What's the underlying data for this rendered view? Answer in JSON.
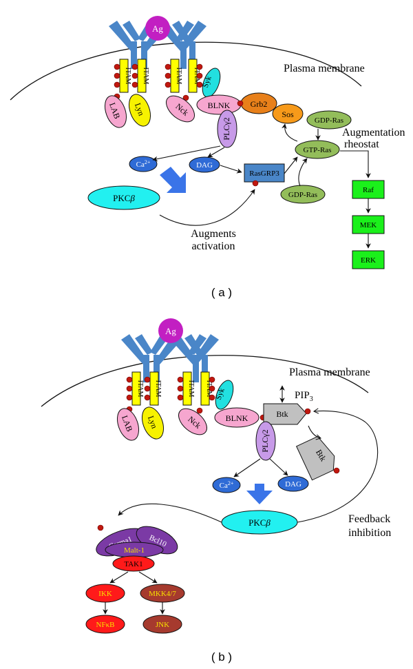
{
  "panel_a": {
    "caption": "( a )",
    "antigen": "Ag",
    "membrane": "Plasma membrane",
    "itam": "ITAM",
    "lab": "LAB",
    "lyn": "Lyn",
    "nck": "Nck",
    "syk": "Syk",
    "blnk": "BLNK",
    "grb2": "Grb2",
    "sos": "Sos",
    "gdp_ras_top": "GDP-Ras",
    "gtp_ras": "GTP-Ras",
    "gdp_ras_bottom": "GDP-Ras",
    "plcg2": "PLCγ2",
    "ca_base": "Ca",
    "ca_sup": "2+",
    "dag": "DAG",
    "rasgrp3": "RasGRP3",
    "pkcb_base": "PKC",
    "pkcb_italic": "β",
    "aug_rheo_1": "Augmentation",
    "aug_rheo_2": "rheostat",
    "aug_act_1": "Augments",
    "aug_act_2": "activation",
    "raf": "Raf",
    "mek": "MEK",
    "erk": "ERK"
  },
  "panel_b": {
    "caption": "( b )",
    "antigen": "Ag",
    "membrane": "Plasma membrane",
    "itam": "ITAM",
    "lab": "LAB",
    "lyn": "Lyn",
    "nck": "Nck",
    "syk": "Syk",
    "blnk": "BLNK",
    "btk": "Btk",
    "btk2": "Btk",
    "pip_base": "PIP",
    "pip_sub": "3",
    "plcg2": "PLCγ2",
    "ca_base": "Ca",
    "ca_sup": "2+",
    "dag": "DAG",
    "pkcb_base": "PKC",
    "pkcb_italic": "β",
    "feedback_1": "Feedback",
    "feedback_2": "inhibition",
    "carma1": "Carma1",
    "bcl10": "Bcl10",
    "malt1": "Malt-1",
    "tak1": "TAK1",
    "ikk": "IKK",
    "mkk47": "MKK4/7",
    "nfkb": "NFκB",
    "jnk": "JNK"
  },
  "colors": {
    "receptor": "#4a86c8",
    "antigen": "#c21fc2",
    "itam": "#ffff00",
    "phospho": "#c0180f",
    "lab": "#f6a6cf",
    "lyn": "#f7f200",
    "syk": "#22e0e0",
    "grb2": "#e8801a",
    "sos": "#f79a1a",
    "ras": "#93bd5a",
    "plcg2": "#c79ae8",
    "ca_dag": "#2f6bd6",
    "rasgrp3": "#4a86c8",
    "pkcb": "#22f0f0",
    "raf_mek_erk": "#1bf01b",
    "btk": "#c0c0c0",
    "carma": "#7b3aa5",
    "tak_ikk_nfkb": "#ff1a1a",
    "mkk_jnk": "#a63a2e",
    "bold_arrow": "#3a74e8"
  }
}
